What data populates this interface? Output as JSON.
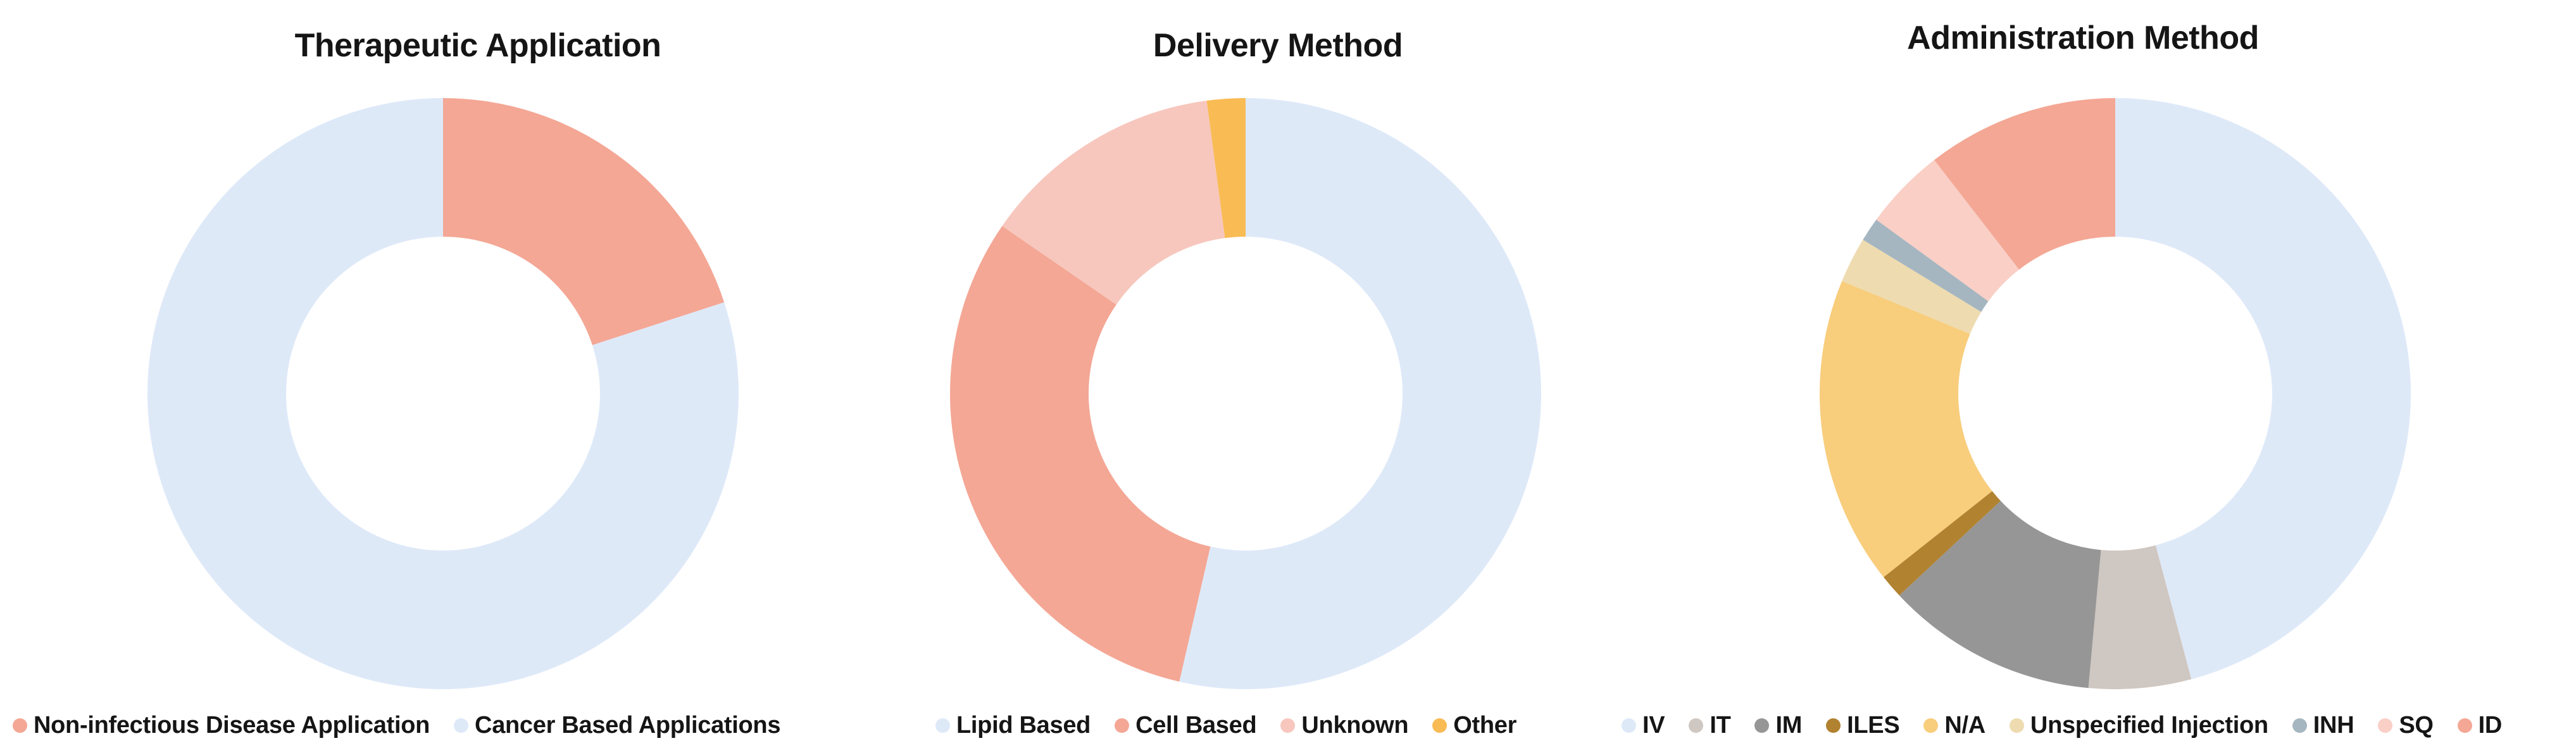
{
  "chart_data": [
    {
      "type": "pie",
      "subtype": "donut",
      "title": "Therapeutic Application",
      "labels": [
        "Non-infectious Disease Application",
        "Cancer Based Applications"
      ],
      "values": [
        20.0,
        80.0
      ],
      "colors": [
        "#f4a795",
        "#dee9f8"
      ],
      "hole": 0.53,
      "start_angle_deg": 0,
      "direction": "clockwise",
      "legend_position": "bottom",
      "units": "percent"
    },
    {
      "type": "pie",
      "subtype": "donut",
      "title": "Delivery Method",
      "labels": [
        "Lipid Based",
        "Cell Based",
        "Unknown",
        "Other"
      ],
      "values": [
        53.6,
        31.0,
        13.3,
        2.1
      ],
      "colors": [
        "#dee9f8",
        "#f4a795",
        "#f7c7bd",
        "#f9bb54"
      ],
      "hole": 0.53,
      "start_angle_deg": 0,
      "direction": "clockwise",
      "legend_position": "bottom",
      "units": "percent"
    },
    {
      "type": "pie",
      "subtype": "donut",
      "title": "Administration Method",
      "labels": [
        "IV",
        "IT",
        "IM",
        "ILES",
        "N/A",
        "Unspecified Injection",
        "INH",
        "SQ",
        "ID"
      ],
      "values": [
        45.9,
        5.6,
        11.6,
        1.3,
        16.9,
        2.5,
        1.3,
        4.5,
        10.5
      ],
      "colors": [
        "#dee9f8",
        "#cfc7c1",
        "#969696",
        "#b18230",
        "#f8cd7c",
        "#eedbb0",
        "#a5b6c0",
        "#f9cfc6",
        "#f4a795"
      ],
      "hole": 0.53,
      "start_angle_deg": 0,
      "direction": "clockwise",
      "legend_position": "bottom",
      "units": "percent"
    }
  ]
}
